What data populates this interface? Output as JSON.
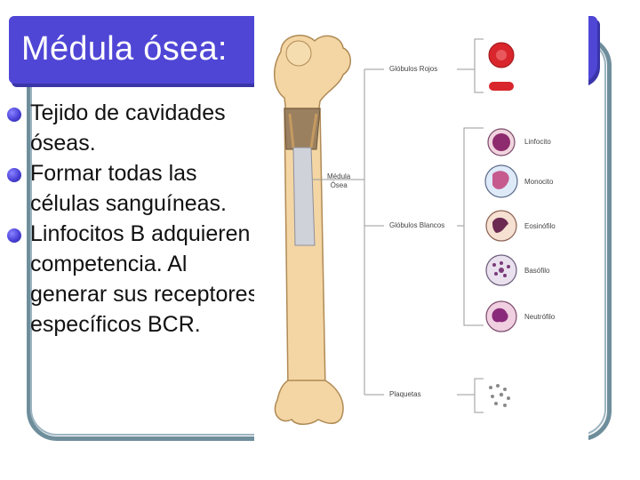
{
  "slide": {
    "title": "Médula ósea:",
    "bullets": [
      {
        "text": "Tejido de cavidades óseas."
      },
      {
        "text": "Formar todas las células sanguíneas."
      },
      {
        "text": "Linfocitos B adquieren competencia. Al generar sus receptores específicos BCR."
      }
    ]
  },
  "figure": {
    "labels": {
      "medula_line1": "Médula",
      "medula_line2": "Ósea",
      "globulos_rojos": "Glóbulos Rojos",
      "globulos_blancos": "Glóbulos Blancos",
      "plaquetas": "Plaquetas",
      "linfocito": "Linfocito",
      "monocito": "Monocito",
      "eosinofilo": "Eosinófilo",
      "basofilo": "Basófilo",
      "neutrofilo": "Neutrófilo"
    }
  },
  "colors": {
    "title_bar": "#4f46d6",
    "bullet": "#4a40d8",
    "frame": "#6f8e9c",
    "bone": "#f3d6a4",
    "red_cell": "#d8262c"
  }
}
